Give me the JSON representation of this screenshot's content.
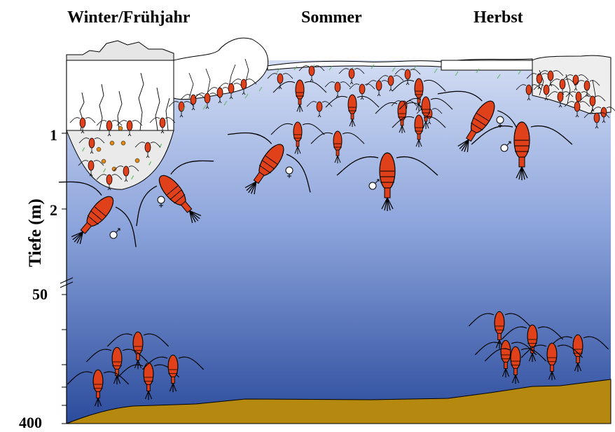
{
  "seasons": {
    "winter": "Winter/Frühjahr",
    "summer": "Sommer",
    "autumn": "Herbst"
  },
  "axis": {
    "label": "Tiefe (m)",
    "ticks": [
      "1",
      "2",
      "50",
      "400"
    ]
  },
  "colors": {
    "water_top": "#c7d4f0",
    "water_bottom": "#2e4fa0",
    "seafloor": "#b5880f",
    "ice": "#ffffff",
    "ice_grey": "#e6e6e6",
    "algae": "#4caf50",
    "copepod_body": "#e0401a",
    "egg": "#e08a1a"
  }
}
